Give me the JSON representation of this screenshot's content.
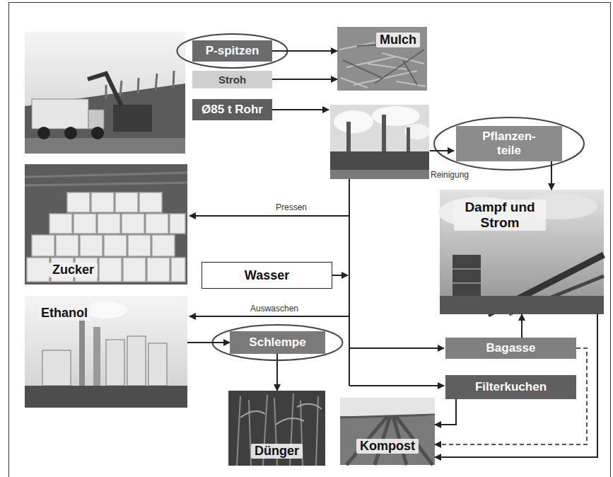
{
  "diagram": {
    "nodes": [
      {
        "text": [
          "P-spitzen"
        ]
      },
      {
        "text": [
          "Mulch"
        ]
      },
      {
        "text": [
          "Stroh"
        ]
      },
      {
        "text": [
          "Ø85 t Rohr"
        ]
      },
      {
        "text": [
          "Pflanzen- teile"
        ]
      },
      {
        "text": [
          "Dampf und Strom"
        ]
      },
      {
        "text": [
          "Zucker"
        ]
      },
      {
        "text": [
          "Wasser"
        ]
      },
      {
        "text": [
          "Ethanol"
        ]
      },
      {
        "text": [
          "Schlempe"
        ]
      },
      {
        "text": [
          "Bagasse"
        ]
      },
      {
        "text": [
          "Filterkuchen"
        ]
      },
      {
        "text": [
          "Dünger"
        ]
      },
      {
        "text": [
          "Kompost"
        ]
      }
    ],
    "edges": [
      {
        "from": 0,
        "to": 1,
        "arrow": "to"
      },
      {
        "from": 2,
        "to": 1,
        "arrow": "to"
      },
      {
        "from": 4,
        "to": 5,
        "arrow": "to"
      },
      {
        "from": 8,
        "to": 9,
        "arrow": "to"
      },
      {
        "from": 9,
        "to": 12,
        "arrow": "to"
      },
      {
        "from": 10,
        "to": 5,
        "arrow": "to"
      },
      {
        "from": 10,
        "to": 13,
        "arrow": "to"
      },
      {
        "from": 11,
        "to": 13,
        "arrow": "to"
      },
      {
        "from": 5,
        "to": 13,
        "arrow": "to"
      }
    ],
    "labels": [
      "Pressen",
      "Reinigung",
      "Auswaschen"
    ]
  }
}
